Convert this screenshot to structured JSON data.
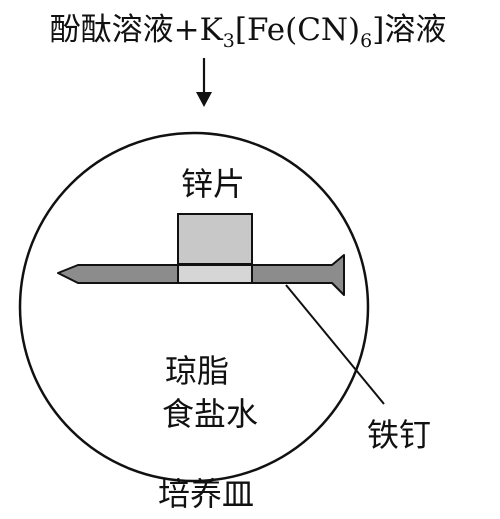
{
  "top_label": {
    "prefix": "酚酞溶液+K",
    "sub1": "3",
    "mid1": "[Fe(CN)",
    "sub2": "6",
    "suffix": "]溶液"
  },
  "labels": {
    "zinc": "锌片",
    "agar_line1": "琼脂",
    "agar_line2": "食盐水",
    "iron_nail": "铁钉",
    "dish": "培养皿"
  },
  "colors": {
    "stroke": "#111111",
    "zinc_fill": "#c8c8c8",
    "nail_fill": "#8c8c8c",
    "overlap_fill": "#d6d6d6"
  }
}
